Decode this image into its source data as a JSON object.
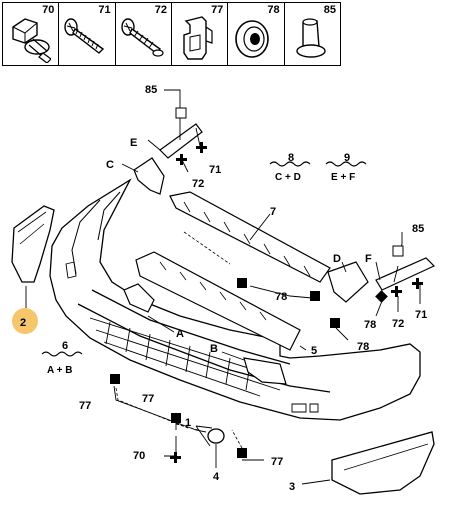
{
  "parts_bar": [
    {
      "number": "70",
      "icon": "bolt-washer-icon"
    },
    {
      "number": "71",
      "icon": "screw-icon"
    },
    {
      "number": "72",
      "icon": "screw-collar-icon"
    },
    {
      "number": "77",
      "icon": "clip-icon"
    },
    {
      "number": "78",
      "icon": "grommet-icon"
    },
    {
      "number": "85",
      "icon": "push-rivet-icon"
    }
  ],
  "callouts": {
    "n85_top": "85",
    "n71_top": "71",
    "n72_top": "72",
    "E": "E",
    "C": "C",
    "n7": "7",
    "kit8_num": "8",
    "kit8_parts": "C + D",
    "kit9_num": "9",
    "kit9_parts": "E + F",
    "n85_right": "85",
    "D": "D",
    "F": "F",
    "n78_mid": "78",
    "n78_right": "78",
    "n72_right": "72",
    "n71_right": "71",
    "n78_lower": "78",
    "n2": "2",
    "A": "A",
    "B": "B",
    "n5": "5",
    "kit6_num": "6",
    "kit6_parts": "A + B",
    "n77_left": "77",
    "n77_mid": "77",
    "n1": "1",
    "n70": "70",
    "n4": "4",
    "n77_right": "77",
    "n3": "3"
  },
  "colors": {
    "highlight": "#f5c66b",
    "line": "#000000",
    "background": "#ffffff"
  }
}
